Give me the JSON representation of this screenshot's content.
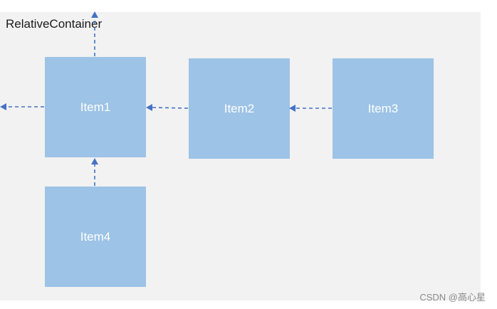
{
  "container": {
    "title": "RelativeContainer"
  },
  "items": [
    {
      "id": "item1",
      "label": "Item1"
    },
    {
      "id": "item2",
      "label": "Item2"
    },
    {
      "id": "item3",
      "label": "Item3"
    },
    {
      "id": "item4",
      "label": "Item4"
    }
  ],
  "colors": {
    "container_bg": "#f2f2f2",
    "item_bg": "#9dc3e6",
    "arrow": "#4472c4"
  },
  "watermark": "CSDN @高心星"
}
